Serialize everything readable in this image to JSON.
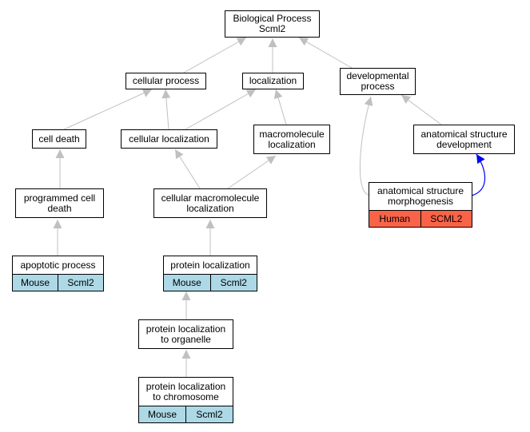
{
  "nodes": {
    "bio": "Biological Process\nScml2",
    "cellular_process": "cellular process",
    "localization": "localization",
    "developmental": "developmental\nprocess",
    "cell_death": "cell death",
    "cellular_localization": "cellular localization",
    "macromolecule_localization": "macromolecule\nlocalization",
    "anat_dev": "anatomical structure\ndevelopment",
    "programmed_death": "programmed cell\ndeath",
    "cell_macro_loc": "cellular macromolecule\nlocalization",
    "anat_morph": "anatomical structure\nmorphogenesis",
    "apoptotic": "apoptotic process",
    "protein_loc": "protein localization",
    "protein_loc_organelle": "protein localization\nto organelle",
    "protein_loc_chrom": "protein localization\nto chromosome"
  },
  "tags": {
    "anat_morph": [
      "Human",
      "SCML2"
    ],
    "apoptotic": [
      "Mouse",
      "Scml2"
    ],
    "protein_loc": [
      "Mouse",
      "Scml2"
    ],
    "protein_loc_chrom": [
      "Mouse",
      "Scml2"
    ]
  },
  "colors": {
    "edge": "#c0c0c0",
    "highlight_edge": "#0000ff",
    "mouse_tag": "#add8e6",
    "human_tag": "#fa6348"
  }
}
